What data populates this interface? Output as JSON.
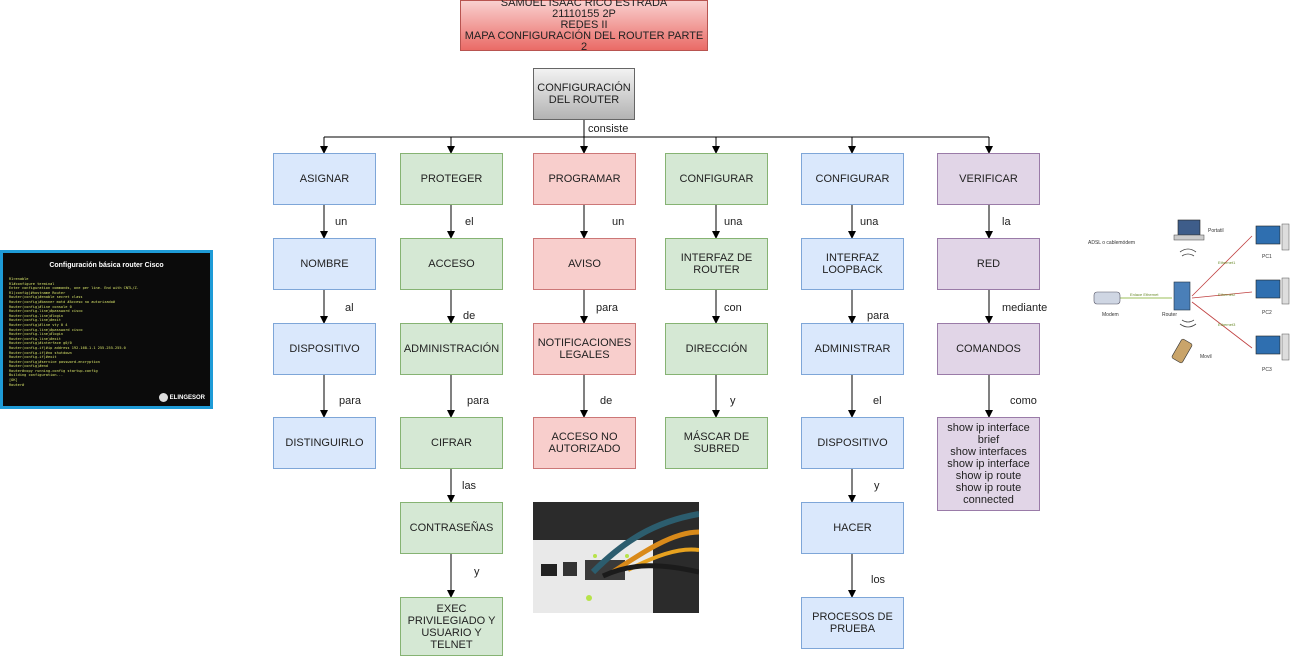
{
  "title": {
    "line1": "SAMUEL ISAAC RICO ESTRADA",
    "line2": "21110155 2P",
    "line3": "REDES II",
    "line4": "MAPA CONFIGURACIÓN DEL ROUTER PARTE 2"
  },
  "root": {
    "text": "CONFIGURACIÓN\nDEL ROUTER",
    "edge": "consiste"
  },
  "columns": [
    {
      "nodes": [
        "ASIGNAR",
        "NOMBRE",
        "DISPOSITIVO",
        "DISTINGUIRLO"
      ],
      "edges": [
        "un",
        "al",
        "para"
      ]
    },
    {
      "nodes": [
        "PROTEGER",
        "ACCESO",
        "ADMINISTRACIÓN",
        "CIFRAR",
        "CONTRASEÑAS",
        "EXEC\nPRIVILEGIADO Y\nUSUARIO Y TELNET"
      ],
      "edges": [
        "el",
        "de",
        "para",
        "las",
        "y"
      ]
    },
    {
      "nodes": [
        "PROGRAMAR",
        "AVISO",
        "NOTIFICACIONES\nLEGALES",
        "ACCESO NO\nAUTORIZADO"
      ],
      "edges": [
        "un",
        "para",
        "de"
      ]
    },
    {
      "nodes": [
        "CONFIGURAR",
        "INTERFAZ DE\nROUTER",
        "DIRECCIÓN",
        "MÁSCAR DE\nSUBRED"
      ],
      "edges": [
        "una",
        "con",
        "y"
      ]
    },
    {
      "nodes": [
        "CONFIGURAR",
        "INTERFAZ\nLOOPBACK",
        "ADMINISTRAR",
        "DISPOSITIVO",
        "HACER",
        "PROCESOS DE\nPRUEBA"
      ],
      "edges": [
        "una",
        "para",
        "el",
        "y",
        "los"
      ]
    },
    {
      "nodes": [
        "VERIFICAR",
        "RED",
        "COMANDOS",
        "show ip interface brief\nshow interfaces\nshow ip interface\nshow ip route\nshow ip route\nconnected"
      ],
      "edges": [
        "la",
        "mediante",
        "como"
      ]
    }
  ],
  "terminal_panel": {
    "heading": "Configuración básica router Cisco",
    "lines": [
      "R1>enable",
      "R1#configure terminal",
      "Enter configuration commands, one per line. End with CNTL/Z.",
      "R1(config)#hostname Router",
      "Router(config)#enable secret class",
      "Router(config)#banner motd #Acceso no autorizado#",
      "Router(config)#line console 0",
      "Router(config-line)#password cisco",
      "Router(config-line)#login",
      "Router(config-line)#exit",
      "Router(config)#line vty 0 4",
      "Router(config-line)#password cisco",
      "Router(config-line)#login",
      "Router(config-line)#exit",
      "Router(config)#interface g0/0",
      "Router(config-if)#ip address 192.168.1.1 255.255.255.0",
      "Router(config-if)#no shutdown",
      "Router(config-if)#exit",
      "Router(config)#service password-encryption",
      "Router(config)#end",
      "Router#copy running-config startup-config",
      "Building configuration...",
      "[OK]",
      "Router#"
    ],
    "brand": "ELINGESOR"
  },
  "network_diagram": {
    "modem": "Modem",
    "modem_caption": "ADSL o cablemódem",
    "router": "Router",
    "portatil": "Portatil",
    "movil": "Movil",
    "pc1": "PC1",
    "pc2": "PC2",
    "pc3": "PC3",
    "link_modem": "Enlace Ethernet",
    "eth1": "Ethernet1",
    "eth2": "Ethernet2",
    "eth3": "Ethernet3"
  },
  "colors": {
    "blue": "#dae8fc",
    "green": "#d5e8d4",
    "red": "#f8cecc",
    "purple": "#e1d5e7",
    "title": "#ea6b66",
    "terminal_border": "#1e9bd7"
  }
}
